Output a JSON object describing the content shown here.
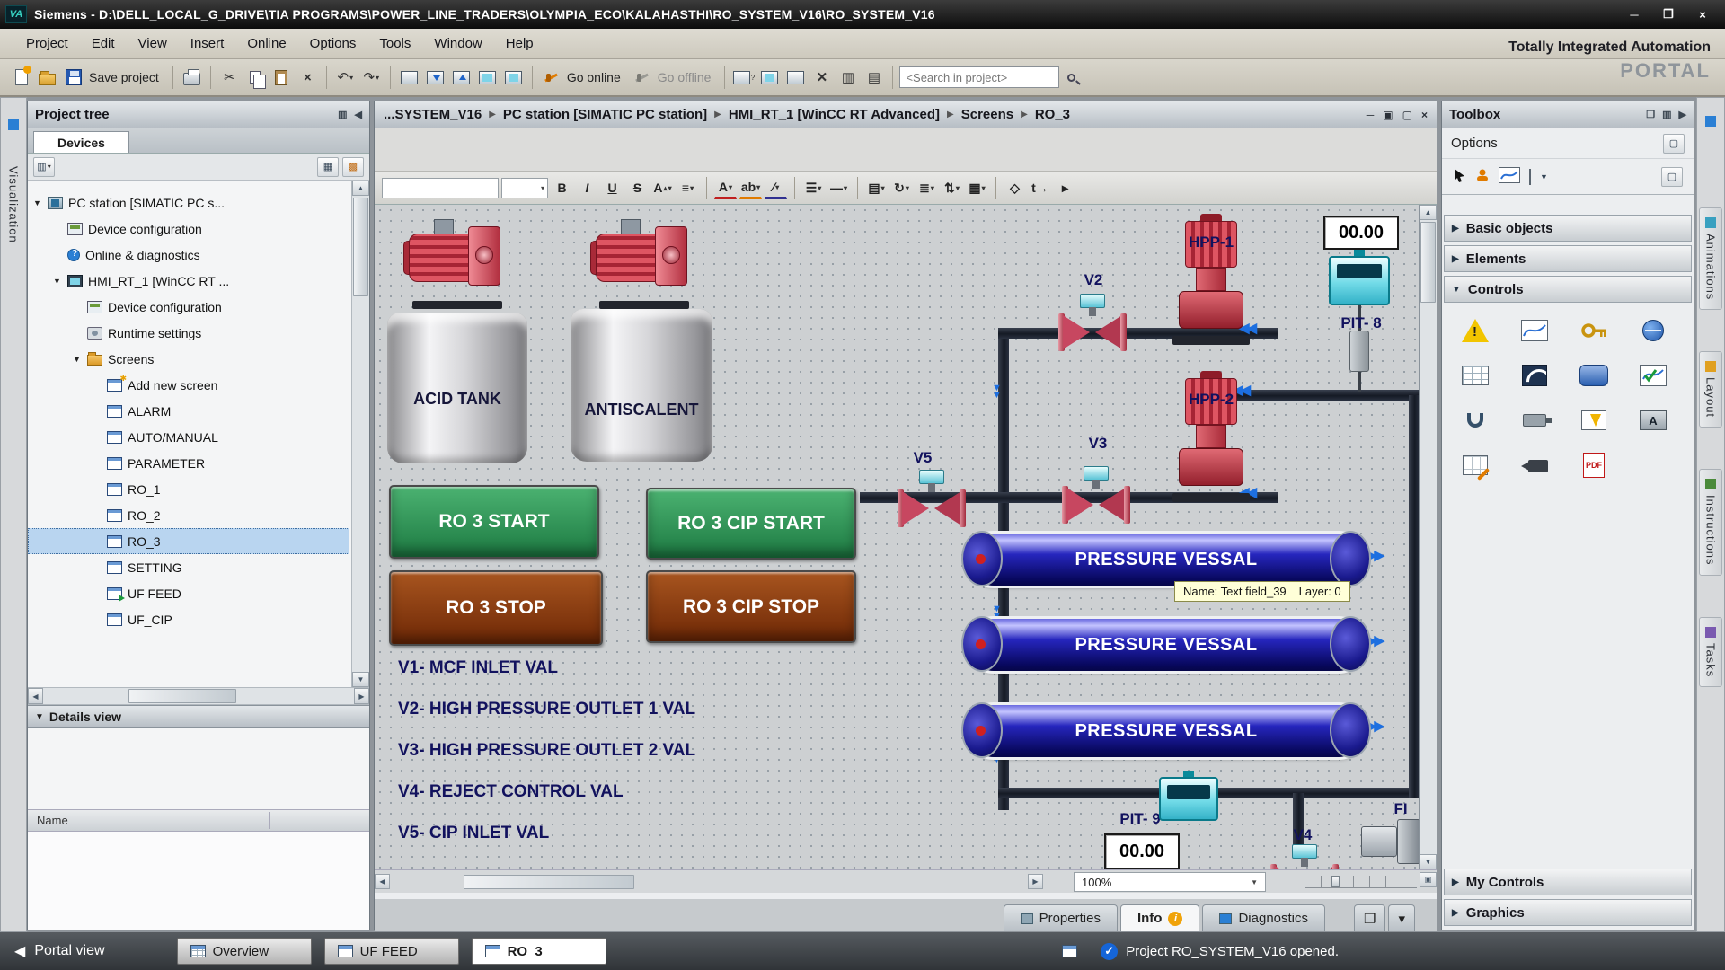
{
  "title_bar": {
    "title": "Siemens - D:\\DELL_LOCAL_G_DRIVE\\TIA PROGRAMS\\POWER_LINE_TRADERS\\OLYMPIA_ECO\\KALAHASTHI\\RO_SYSTEM_V16\\RO_SYSTEM_V16"
  },
  "menu": {
    "items": [
      "Project",
      "Edit",
      "View",
      "Insert",
      "Online",
      "Options",
      "Tools",
      "Window",
      "Help"
    ]
  },
  "brand": {
    "line1": "Totally Integrated Automation",
    "line2": "PORTAL"
  },
  "toolbar": {
    "save_label": "Save project",
    "go_online": "Go online",
    "go_offline": "Go offline",
    "search_placeholder": "<Search in project>"
  },
  "left_strip": {
    "label": "Visualization"
  },
  "project_tree": {
    "header": "Project tree",
    "devices_tab": "Devices",
    "items": [
      {
        "label": "PC station [SIMATIC PC s..."
      },
      {
        "label": "Device configuration"
      },
      {
        "label": "Online & diagnostics"
      },
      {
        "label": "HMI_RT_1 [WinCC RT ..."
      },
      {
        "label": "Device configuration"
      },
      {
        "label": "Runtime settings"
      },
      {
        "label": "Screens"
      },
      {
        "label": "Add new screen"
      },
      {
        "label": "ALARM"
      },
      {
        "label": "AUTO/MANUAL"
      },
      {
        "label": "PARAMETER"
      },
      {
        "label": "RO_1"
      },
      {
        "label": "RO_2"
      },
      {
        "label": "RO_3"
      },
      {
        "label": "SETTING"
      },
      {
        "label": "UF FEED"
      },
      {
        "label": "UF_CIP"
      }
    ],
    "details_header": "Details view",
    "name_column": "Name"
  },
  "editor": {
    "breadcrumb": [
      "...SYSTEM_V16",
      "PC station [SIMATIC PC station]",
      "HMI_RT_1 [WinCC RT Advanced]",
      "Screens",
      "RO_3"
    ],
    "zoom": "100%",
    "tabs": {
      "properties": "Properties",
      "info": "Info",
      "diagnostics": "Diagnostics"
    }
  },
  "canvas": {
    "tank1": "ACID TANK",
    "tank2": "ANTISCALENT",
    "pump1": "HPP-1",
    "pump2": "HPP-2",
    "valve_v2": "V2",
    "valve_v3": "V3",
    "valve_v4": "V4",
    "valve_v5": "V5",
    "pit8_label": "PIT- 8",
    "pit8_value": "00.00",
    "pit9_label": "PIT- 9",
    "pit9_value": "00.00",
    "fi_label": "FI",
    "btn_start": "RO 3 START",
    "btn_cip_start": "RO 3 CIP START",
    "btn_stop": "RO 3 STOP",
    "btn_cip_stop": "RO 3 CIP STOP",
    "legend": [
      "V1- MCF INLET VAL",
      "V2- HIGH PRESSURE OUTLET 1 VAL",
      "V3- HIGH PRESSURE OUTLET 2 VAL",
      "V4- REJECT CONTROL VAL",
      "V5- CIP INLET VAL"
    ],
    "vessels": [
      "PRESSURE VESSAL",
      "PRESSURE VESSAL",
      "PRESSURE VESSAL"
    ],
    "tooltip_name": "Name: Text field_39",
    "tooltip_layer": "Layer: 0"
  },
  "toolbox": {
    "header": "Toolbox",
    "options": "Options",
    "sections": [
      "Basic objects",
      "Elements",
      "Controls",
      "My Controls",
      "Graphics"
    ],
    "control_icons": [
      "Alarm view",
      "Trend view",
      "User view",
      "HTML browser",
      "Recipe view",
      "System diagnostics view",
      "Media player",
      "Function trend view",
      "Channel diagnose",
      "PLC connection",
      "Status force",
      "Screen keyboard",
      "Recipe edit",
      "Camera view",
      "PDF view"
    ]
  },
  "right_strip": {
    "tabs": [
      "Animations",
      "Layout",
      "Instructions",
      "Tasks"
    ]
  },
  "bottom_bar": {
    "portal_view": "Portal view",
    "tabs": [
      "Overview",
      "UF FEED",
      "RO_3"
    ],
    "status": "Project RO_SYSTEM_V16 opened."
  }
}
